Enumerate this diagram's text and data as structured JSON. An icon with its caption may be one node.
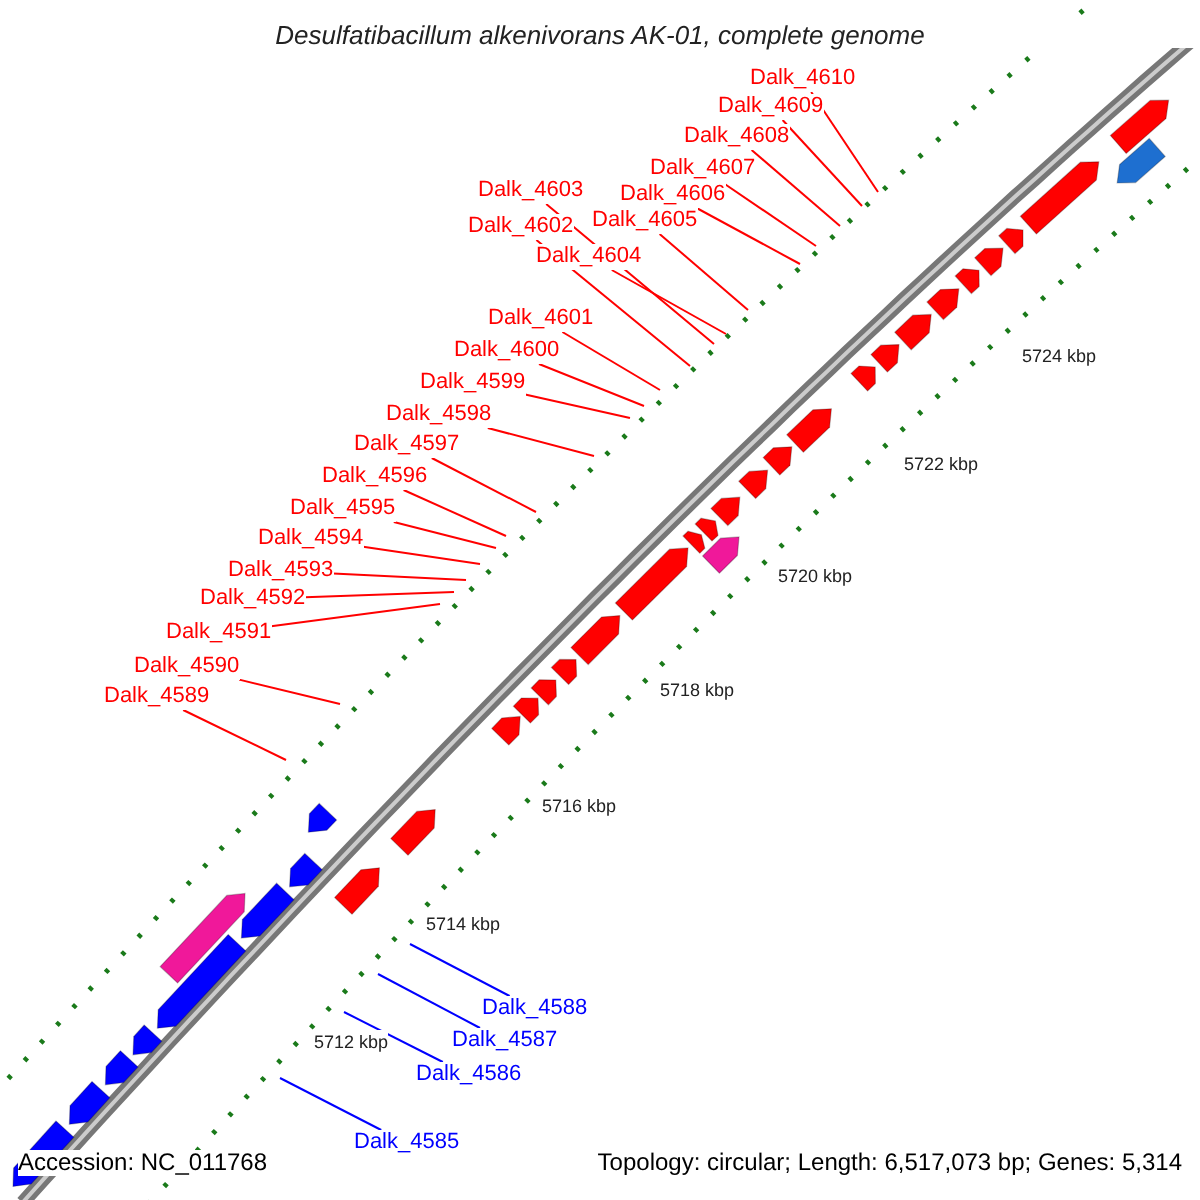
{
  "diagram": {
    "title": "Desulfatibacillum alkenivorans AK-01, complete genome",
    "nodes": [
      {
        "text": [
          "Dalk_4610"
        ]
      },
      {
        "text": [
          "Dalk_4609"
        ]
      },
      {
        "text": [
          "Dalk_4608"
        ]
      },
      {
        "text": [
          "Dalk_4607"
        ]
      },
      {
        "text": [
          "Dalk_4603"
        ]
      },
      {
        "text": [
          "Dalk_4606"
        ]
      },
      {
        "text": [
          "Dalk_4602"
        ]
      },
      {
        "text": [
          "Dalk_4605"
        ]
      },
      {
        "text": [
          "Dalk_4604"
        ]
      },
      {
        "text": [
          "Dalk_4601"
        ]
      },
      {
        "text": [
          "Dalk_4600"
        ]
      },
      {
        "text": [
          "Dalk_4599"
        ]
      },
      {
        "text": [
          "Dalk_4598"
        ]
      },
      {
        "text": [
          "Dalk_4597"
        ]
      },
      {
        "text": [
          "Dalk_4596"
        ]
      },
      {
        "text": [
          "Dalk_4595"
        ]
      },
      {
        "text": [
          "Dalk_4594"
        ]
      },
      {
        "text": [
          "Dalk_4593"
        ]
      },
      {
        "text": [
          "Dalk_4592"
        ]
      },
      {
        "text": [
          "Dalk_4591"
        ]
      },
      {
        "text": [
          "Dalk_4590"
        ]
      },
      {
        "text": [
          "Dalk_4589"
        ]
      },
      {
        "text": [
          "Dalk_4588"
        ]
      },
      {
        "text": [
          "Dalk_4587"
        ]
      },
      {
        "text": [
          "Dalk_4586"
        ]
      },
      {
        "text": [
          "Dalk_4585"
        ]
      }
    ],
    "edges": [
      {
        "from": 0,
        "to": null,
        "arrow": "none"
      },
      {
        "from": 1,
        "to": null,
        "arrow": "none"
      },
      {
        "from": 2,
        "to": null,
        "arrow": "none"
      },
      {
        "from": 3,
        "to": null,
        "arrow": "none"
      },
      {
        "from": 4,
        "to": null,
        "arrow": "none"
      },
      {
        "from": 5,
        "to": null,
        "arrow": "none"
      },
      {
        "from": 6,
        "to": null,
        "arrow": "none"
      },
      {
        "from": 7,
        "to": null,
        "arrow": "none"
      },
      {
        "from": 8,
        "to": null,
        "arrow": "none"
      },
      {
        "from": 9,
        "to": null,
        "arrow": "none"
      },
      {
        "from": 10,
        "to": null,
        "arrow": "none"
      },
      {
        "from": 11,
        "to": null,
        "arrow": "none"
      },
      {
        "from": 12,
        "to": null,
        "arrow": "none"
      },
      {
        "from": 13,
        "to": null,
        "arrow": "none"
      },
      {
        "from": 14,
        "to": null,
        "arrow": "none"
      },
      {
        "from": 15,
        "to": null,
        "arrow": "none"
      },
      {
        "from": 16,
        "to": null,
        "arrow": "none"
      },
      {
        "from": 17,
        "to": null,
        "arrow": "none"
      },
      {
        "from": 18,
        "to": null,
        "arrow": "none"
      },
      {
        "from": 19,
        "to": null,
        "arrow": "none"
      },
      {
        "from": 20,
        "to": null,
        "arrow": "none"
      },
      {
        "from": 21,
        "to": null,
        "arrow": "none"
      },
      {
        "from": 22,
        "to": null,
        "arrow": "none",
        "color": "#0000ff"
      },
      {
        "from": 23,
        "to": null,
        "arrow": "none",
        "color": "#0000ff"
      },
      {
        "from": 24,
        "to": null,
        "arrow": "none",
        "color": "#0000ff"
      },
      {
        "from": 25,
        "to": null,
        "arrow": "none",
        "color": "#0000ff"
      }
    ],
    "labels": [
      "5724 kbp",
      "5722 kbp",
      "5720 kbp",
      "5718 kbp",
      "5716 kbp",
      "5714 kbp",
      "5712 kbp",
      "Accession: NC_011768",
      "Topology: circular; Length: 6,517,073 bp; Genes: 5,314"
    ]
  }
}
